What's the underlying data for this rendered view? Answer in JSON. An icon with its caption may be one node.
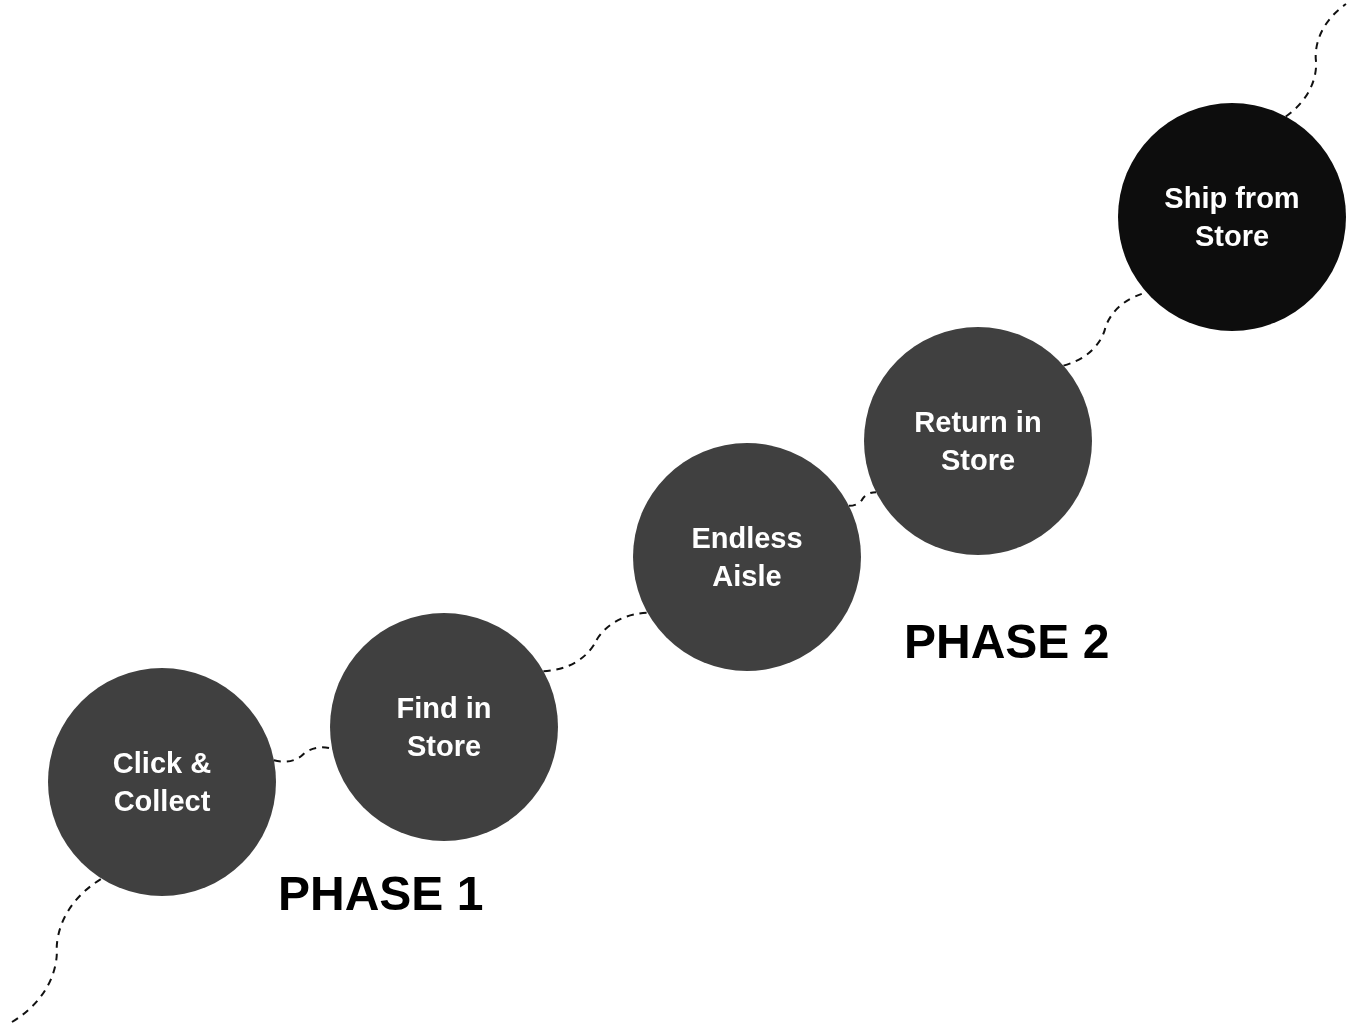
{
  "diagram": {
    "nodes": [
      {
        "text": [
          "Click & Collect"
        ]
      },
      {
        "text": [
          "Find in Store"
        ]
      },
      {
        "text": [
          "Endless Aisle"
        ]
      },
      {
        "text": [
          "Return in Store"
        ]
      },
      {
        "text": [
          "Ship from Store"
        ]
      }
    ],
    "edges": [
      {
        "from": null,
        "to": 0,
        "arrow": "none",
        "style": "dashed"
      },
      {
        "from": 0,
        "to": 1,
        "arrow": "none",
        "style": "dashed"
      },
      {
        "from": 1,
        "to": 2,
        "arrow": "none",
        "style": "dashed"
      },
      {
        "from": 2,
        "to": 3,
        "arrow": "none",
        "style": "dashed"
      },
      {
        "from": 3,
        "to": 4,
        "arrow": "none",
        "style": "dashed"
      },
      {
        "from": 4,
        "to": null,
        "arrow": "none",
        "style": "dashed"
      }
    ],
    "labels": [
      "PHASE 1",
      "PHASE 2"
    ]
  }
}
